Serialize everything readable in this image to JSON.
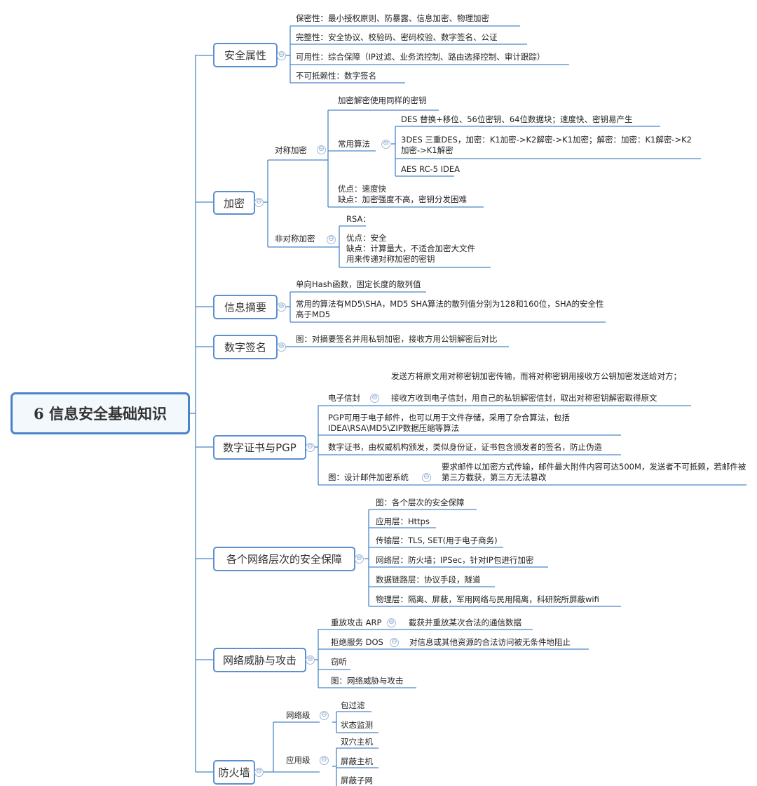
{
  "root": "6 信息安全基础知识",
  "security": {
    "title": "安全属性",
    "items": [
      "保密性：最小授权原则、防暴露、信息加密、物理加密",
      "完整性：安全协议、校验码、密码校验、数字签名、公证",
      "可用性：综合保障（IP过滤、业务流控制、路由选择控制、审计跟踪）",
      "不可抵赖性：数字签名"
    ]
  },
  "encryption": {
    "title": "加密",
    "symmetric": {
      "label": "对称加密",
      "key_note": "加密解密使用同样的密钥",
      "algorithms_label": "常用算法",
      "algorithms": [
        "DES 替换+移位、56位密钥、64位数据块；速度快、密钥易产生",
        "3DES 三重DES，加密：K1加密->K2解密->K1加密；解密：加密：K1解密->K2加密->K1解密",
        "AES RC-5 IDEA"
      ],
      "pros": "优点：速度快",
      "cons": "缺点：加密强度不高，密钥分发困难"
    },
    "asymmetric": {
      "label": "非对称加密",
      "rsa": "RSA：",
      "pros": "优点：安全",
      "cons": "缺点：计算量大，不适合加密大文件",
      "use": "用来传递对称加密的密钥"
    }
  },
  "digest": {
    "title": "信息摘要",
    "items": [
      "单向Hash函数，固定长度的散列值",
      "常用的算法有MD5\\SHA，MD5 SHA算法的散列值分别为128和160位，SHA的安全性高于MD5"
    ]
  },
  "signature": {
    "title": "数字签名",
    "items": [
      "图：对摘要签名并用私钥加密，接收方用公钥解密后对比"
    ]
  },
  "certificate": {
    "title": "数字证书与PGP",
    "envelope_label": "电子信封",
    "envelope_line1": "发送方将原文用对称密钥加密传输，而将对称密钥用接收方公钥加密发送给对方；",
    "envelope_line2": "接收方收到电子信封，用自己的私钥解密信封，取出对称密钥解密取得原文",
    "pgp": "PGP可用于电子邮件，也可以用于文件存储，采用了杂合算法，包括 IDEA\\RSA\\MD5\\ZIP数据压缩等算法",
    "cert": "数字证书，由权威机构颁发，类似身份证，证书包含颁发者的签名，防止伪造",
    "design_label": "图：设计邮件加密系统",
    "design_detail": "要求邮件以加密方式传输，邮件最大附件内容可达500M，发送者不可抵赖，若邮件被第三方截获，第三方无法篡改"
  },
  "layers": {
    "title": "各个网络层次的安全保障",
    "items": [
      "图：各个层次的安全保障",
      "应用层：Https",
      "传输层：TLS, SET(用于电子商务)",
      "网络层：防火墙；IPSec，针对IP包进行加密",
      "数据链路层：协议手段，隧道",
      "物理层：隔离、屏蔽，军用网络与民用隔离，科研院所屏蔽wifi"
    ]
  },
  "threats": {
    "title": "网络威胁与攻击",
    "replay_label": "重放攻击 ARP",
    "replay_detail": "截获并重放某次合法的通信数据",
    "dos_label": "拒绝服务 DOS",
    "dos_detail": "对信息或其他资源的合法访问被无条件地阻止",
    "eavesdrop": "窃听",
    "diagram": "图：网络威胁与攻击"
  },
  "firewall": {
    "title": "防火墙",
    "network_label": "网络级",
    "network_items": [
      "包过滤",
      "状态监测"
    ],
    "app_label": "应用级",
    "app_items": [
      "双穴主机",
      "屏蔽主机",
      "屏蔽子网"
    ]
  },
  "collapse_glyph": "⊖",
  "colors": {
    "line": "#4a86c8",
    "box_border": "#5b8fd0",
    "root_border": "#4a83c7"
  }
}
